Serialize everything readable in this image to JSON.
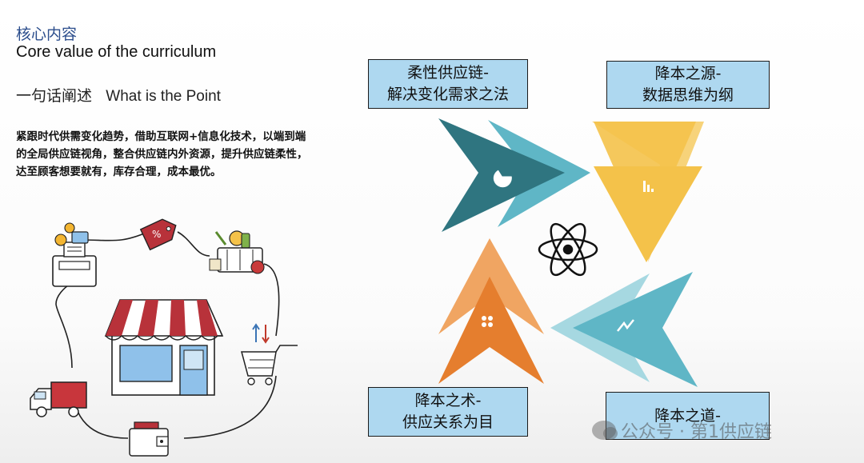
{
  "header": {
    "kicker": "核心内容",
    "subtitle": "Core value of the curriculum",
    "point_cn": "一句话阐述",
    "point_en": "What is the Point"
  },
  "description": "紧跟时代供需变化趋势，借助互联网+信息化技术，以端到端的全局供应链视角，整合供应链内外资源，提升供应链柔性，达至顾客想要就有，库存合理，成本最优。",
  "quadrants": [
    {
      "line1": "柔性供应链-",
      "line2": "解决变化需求之法",
      "color": "#2f7580"
    },
    {
      "line1": "降本之源-",
      "line2": "数据思维为纲",
      "color": "#f4c24a"
    },
    {
      "line1": "降本之术-",
      "line2": "供应关系为目",
      "color": "#e57e2e"
    },
    {
      "line1": "降本之道-",
      "line2": "",
      "color": "#5fb6c6"
    }
  ],
  "illustration": {
    "tag_symbol": "%"
  },
  "watermark": "公众号 · 第1供应链",
  "colors": {
    "box_fill": "#aed8f0",
    "teal": "#2f7580",
    "yellow": "#f4c24a",
    "orange": "#e57e2e",
    "light_teal": "#5fb6c6",
    "awning_red": "#b8323a"
  }
}
